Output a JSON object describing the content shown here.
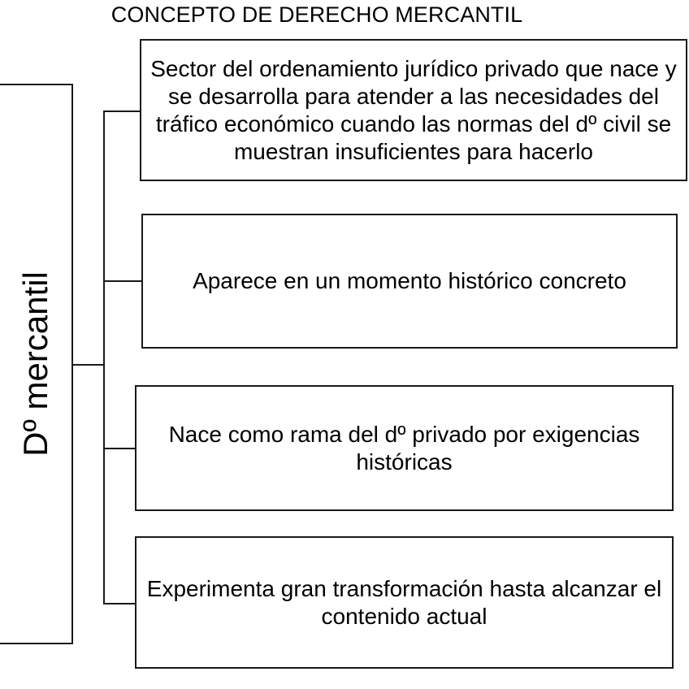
{
  "diagram": {
    "type": "hierarchy-tree",
    "title": "CONCEPTO DE DERECHO MERCANTIL",
    "root": {
      "label": "Dº mercantil",
      "orientation": "vertical-rotated"
    },
    "branches": [
      {
        "id": "branch-1",
        "label": "Sector del ordenamiento jurídico privado que nace y se desarrolla para atender a las necesidades del tráfico económico cuando las normas del dº civil se muestran insuficientes para hacerlo"
      },
      {
        "id": "branch-2",
        "label": "Aparece en un momento histórico concreto"
      },
      {
        "id": "branch-3",
        "label": "Nace como rama del dº privado por exigencias históricas"
      },
      {
        "id": "branch-4",
        "label": "Experimenta gran transformación hasta alcanzar el contenido actual"
      }
    ],
    "colors": {
      "background": "#ffffff",
      "stroke": "#1a1a1a",
      "text": "#000000"
    }
  }
}
